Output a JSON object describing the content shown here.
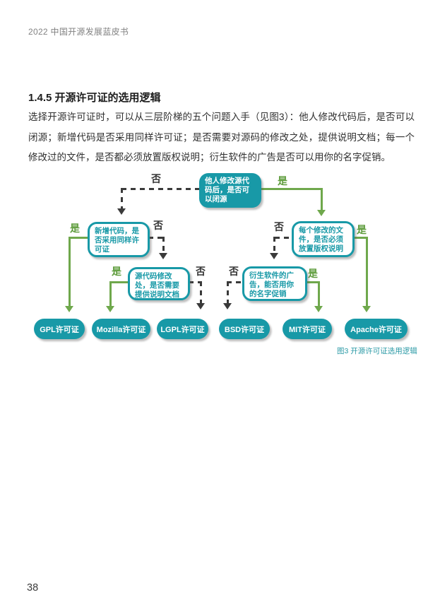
{
  "page": {
    "header": "2022 中国开源发展蓝皮书",
    "page_number": "38"
  },
  "section": {
    "heading": "1.4.5 开源许可证的选用逻辑",
    "body": "选择开源许可证时，可以从三层阶梯的五个问题入手（见图3）：他人修改代码后，是否可以闭源；新增代码是否采用同样许可证；是否需要对源码的修改之处，提供说明文档；每一个修改过的文件，是否都必须放置版权说明；衍生软件的广告是否可以用你的名字促销。"
  },
  "figure": {
    "caption": "图3 开源许可证选用逻辑",
    "labels": {
      "yes": "是",
      "no": "否"
    },
    "nodes": {
      "q1": "他人修改源代码后，是否可以闭源",
      "q2": "新增代码，是否采用同样许可证",
      "q3": "源代码修改处，是否需要提供说明文档",
      "q4": "每个修改的文件，是否必须放置版权说明",
      "q5": "衍生软件的广告，能否用你的名字促销"
    },
    "licenses": [
      "GPL许可证",
      "Mozilla许可证",
      "LGPL许可证",
      "BSD许可证",
      "MIT许可证",
      "Apache许可证"
    ],
    "colors": {
      "teal": "#1899a7",
      "green": "#6fa84c",
      "dark": "#3a3a3a"
    }
  }
}
